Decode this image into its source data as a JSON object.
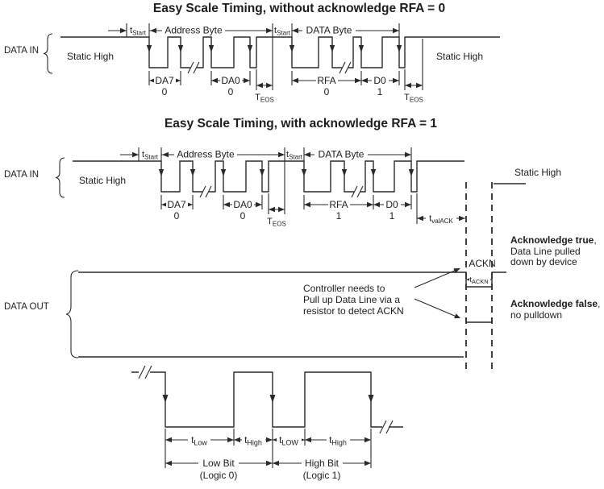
{
  "s1": {
    "title": "Easy Scale Timing, without acknowledge RFA = 0",
    "data_in": "DATA IN",
    "static_high_left": "Static High",
    "static_high_right": "Static High",
    "t_start": {
      "main": "t",
      "sub": "Start"
    },
    "address_byte": "Address Byte",
    "data_byte": "DATA Byte",
    "t_eos": {
      "main": "T",
      "sub": "EOS"
    },
    "bits": {
      "da7": {
        "name": "DA7",
        "value": "0"
      },
      "da0": {
        "name": "DA0",
        "value": "0"
      },
      "rfa": {
        "name": "RFA",
        "value": "0"
      },
      "d0": {
        "name": "D0",
        "value": "1"
      }
    }
  },
  "s2": {
    "title": "Easy Scale Timing, with acknowledge RFA = 1",
    "data_in": "DATA IN",
    "static_high_left": "Static High",
    "static_high_right": "Static High",
    "t_start": {
      "main": "t",
      "sub": "Start"
    },
    "address_byte": "Address Byte",
    "data_byte": "DATA Byte",
    "t_eos": {
      "main": "T",
      "sub": "EOS"
    },
    "t_valack": {
      "main": "t",
      "sub": "valACK"
    },
    "bits": {
      "da7": {
        "name": "DA7",
        "value": "0"
      },
      "da0": {
        "name": "DA0",
        "value": "0"
      },
      "rfa": {
        "name": "RFA",
        "value": "1"
      },
      "d0": {
        "name": "D0",
        "value": "1"
      }
    }
  },
  "s3": {
    "data_out": "DATA OUT",
    "ackn": "ACKN",
    "t_ackn": {
      "main": "t",
      "sub": "ACKN"
    },
    "controller_note": [
      "Controller needs to",
      "Pull up Data Line via a",
      "resistor to detect ACKN"
    ],
    "ack_true": {
      "bold": "Acknowledge true",
      "rest": ", Data Line pulled down by device"
    },
    "ack_false": {
      "bold": "Acknowledge false",
      "rest": ", no pulldown"
    }
  },
  "s4": {
    "t_low": {
      "main": "t",
      "sub": "Low"
    },
    "t_high1": {
      "main": "t",
      "sub": "High"
    },
    "t_low2": {
      "main": "t",
      "sub": "LOW"
    },
    "t_high2": {
      "main": "t",
      "sub": "High"
    },
    "low_bit": "Low Bit",
    "low_bit_logic": "(Logic 0)",
    "high_bit": "High Bit",
    "high_bit_logic": "(Logic 1)"
  }
}
